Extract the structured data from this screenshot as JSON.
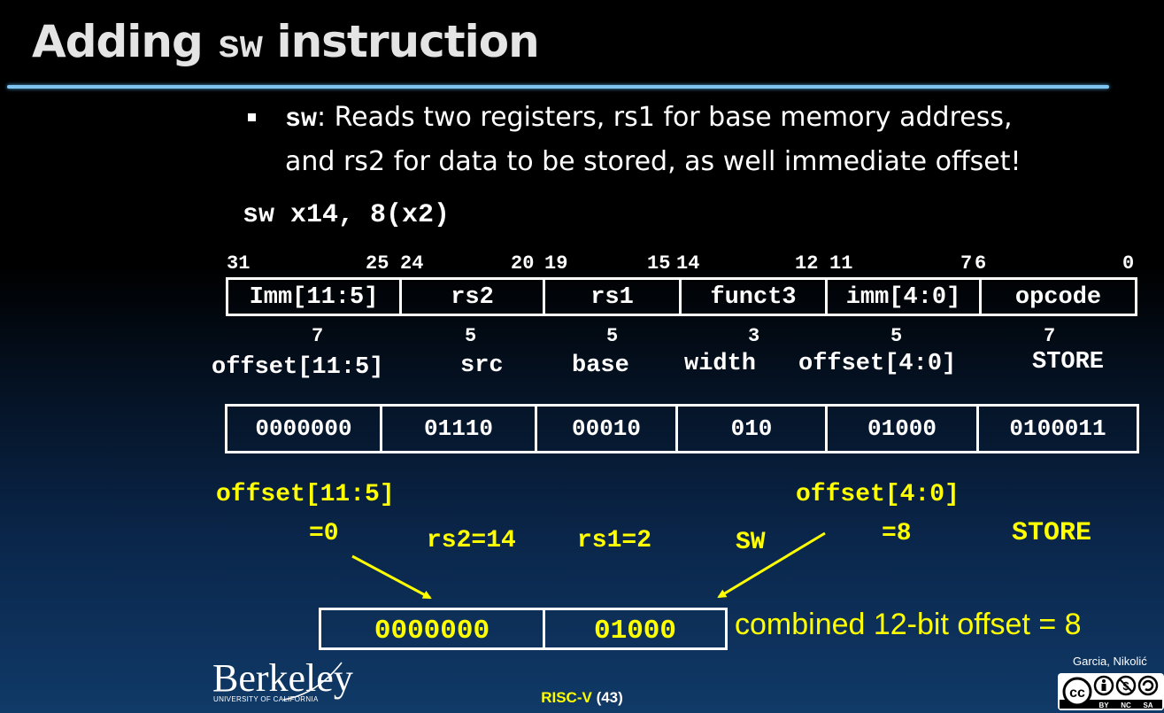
{
  "slide": {
    "title_pre": "Adding ",
    "title_kw": "sw",
    "title_post": " instruction",
    "bullet_kw": "sw",
    "bullet_line1_rest": ": Reads two registers, rs1 for base memory address,",
    "bullet_line2": "and rs2 for data to be stored, as well immediate offset!",
    "asm": "sw x14, 8(x2)"
  },
  "format": {
    "bit_positions": [
      "31",
      "25",
      "24",
      "20",
      "19",
      "15",
      "14",
      "12",
      "11",
      "7",
      "6",
      "0"
    ],
    "fields": [
      "Imm[11:5]",
      "rs2",
      "rs1",
      "funct3",
      "imm[4:0]",
      "opcode"
    ],
    "widths": [
      "7",
      "5",
      "5",
      "3",
      "5",
      "7"
    ],
    "names": [
      "offset[11:5]",
      "src",
      "base",
      "width",
      "offset[4:0]",
      "STORE"
    ]
  },
  "encoding": [
    "0000000",
    "01110",
    "00010",
    "010",
    "01000",
    "0100011"
  ],
  "annotations": {
    "offset_hi_label": "offset[11:5]",
    "offset_hi_val": "=0",
    "rs2": "rs2=14",
    "rs1": "rs1=2",
    "sw": "SW",
    "offset_lo_label": "offset[4:0]",
    "offset_lo_val": "=8",
    "store": "STORE"
  },
  "combined": {
    "hi": "0000000",
    "lo": "01000",
    "text": "combined 12-bit offset = 8"
  },
  "footer": {
    "logo": "Berkeley",
    "logo_sub": "UNIVERSITY OF CALIFORNIA",
    "course": "RISC-V",
    "page": "(43)",
    "authors": "Garcia, Nikolić",
    "license_badge": "cc-by-nc-sa-icon",
    "license_labels": [
      "BY",
      "NC",
      "SA"
    ]
  }
}
